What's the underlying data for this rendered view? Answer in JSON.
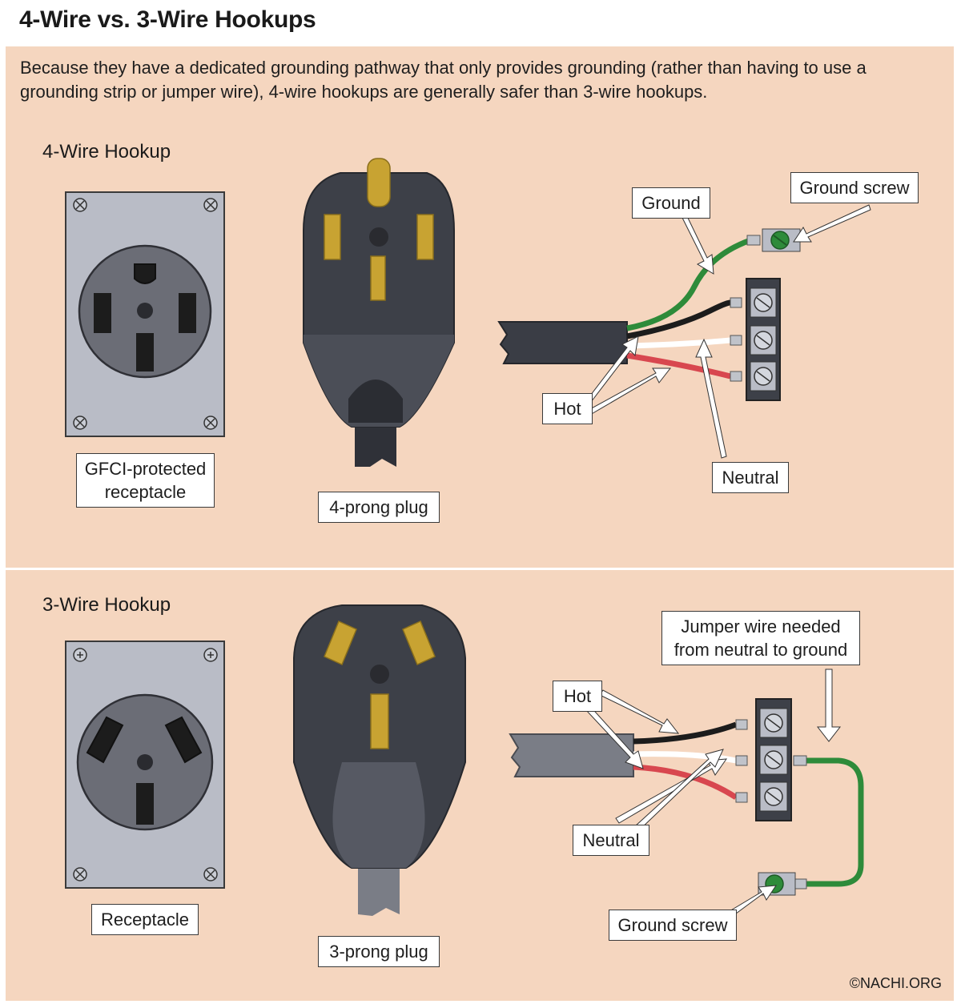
{
  "title": "4-Wire vs. 3-Wire Hookups",
  "intro": "Because they have a dedicated grounding pathway that only provides grounding (rather than having to use a grounding strip or jumper wire), 4-wire hookups are generally safer than 3-wire hookups.",
  "four_wire": {
    "heading": "4-Wire Hookup",
    "receptacle_label_line1": "GFCI-protected",
    "receptacle_label_line2": "receptacle",
    "plug_label": "4-prong plug",
    "ground_label": "Ground",
    "ground_screw_label": "Ground screw",
    "hot_label": "Hot",
    "neutral_label": "Neutral"
  },
  "three_wire": {
    "heading": "3-Wire Hookup",
    "receptacle_label": "Receptacle",
    "plug_label": "3-prong plug",
    "jumper_label_line1": "Jumper wire needed",
    "jumper_label_line2": "from neutral to ground",
    "hot_label": "Hot",
    "neutral_label": "Neutral",
    "ground_screw_label": "Ground screw"
  },
  "credit": "©NACHI.ORG",
  "colors": {
    "background": "#f5d6bf",
    "plate": "#b9bcc6",
    "receptacle_face": "#6b6d76",
    "plug_body": "#3d4048",
    "prong": "#c8a332",
    "wire_ground": "#2e8b3a",
    "wire_hot_black": "#1c1c1c",
    "wire_hot_red": "#d8474f",
    "wire_neutral": "#ffffff"
  }
}
